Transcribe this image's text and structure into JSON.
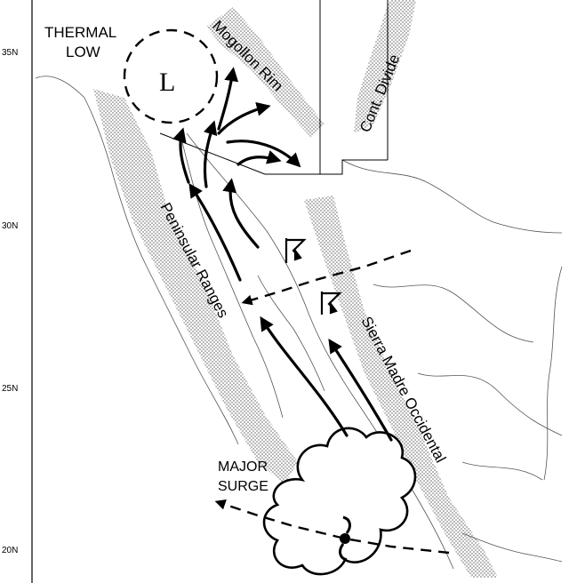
{
  "latitudes": [
    "35N",
    "30N",
    "25N",
    "20N"
  ],
  "labels": {
    "thermal_low_line1": "THERMAL",
    "thermal_low_line2": "LOW",
    "low_symbol": "L",
    "mogollon_rim": "Mogollon Rim",
    "cont_divide": "Cont. Divide",
    "peninsular_ranges": "Peninsular Ranges",
    "sierra_madre": "Sierra Madre Occidental",
    "major_surge_line1": "MAJOR",
    "major_surge_line2": "SURGE"
  }
}
